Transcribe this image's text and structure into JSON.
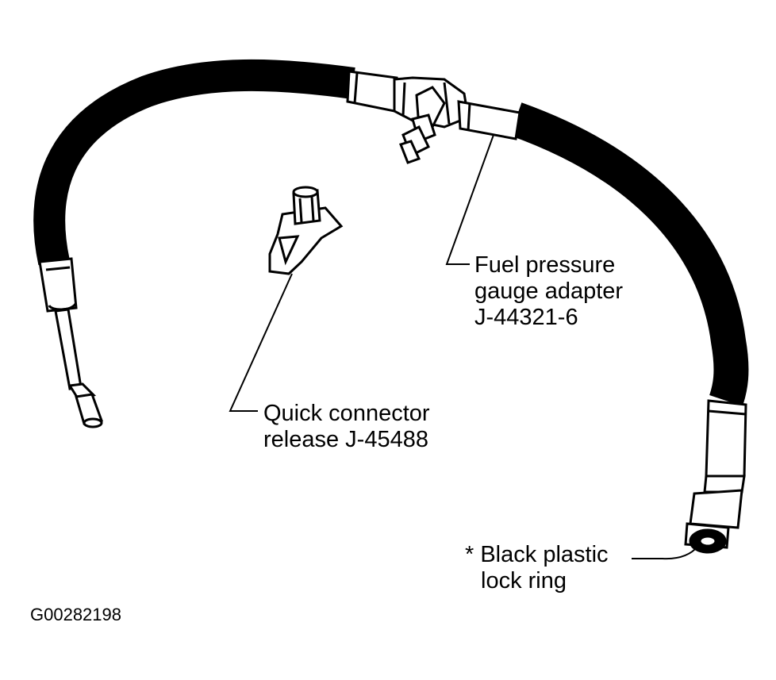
{
  "labels": {
    "fuel_adapter": [
      "Fuel pressure",
      "gauge adapter",
      "J-44321-6"
    ],
    "quick_connector": [
      "Quick connector",
      "release J-45488"
    ],
    "lock_ring": [
      "* Black plastic",
      "lock ring"
    ]
  },
  "figure_id": "G00282198",
  "colors": {
    "ink": "#000000",
    "paper": "#ffffff"
  }
}
